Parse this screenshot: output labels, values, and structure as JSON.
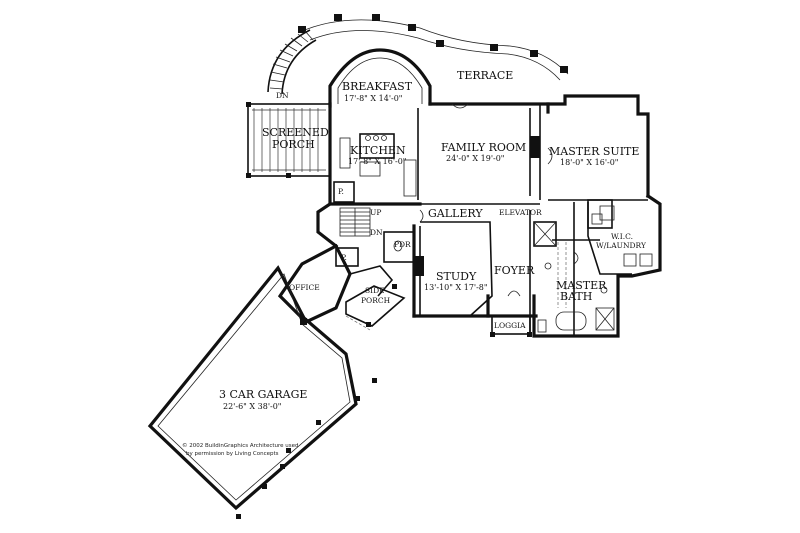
{
  "rooms": {
    "terrace": "TERRACE",
    "breakfast": "BREAKFAST",
    "breakfast_dim": "17'-8\" X 14'-0\"",
    "screened_porch_1": "SCREENED",
    "screened_porch_2": "PORCH",
    "kitchen": "KITCHEN",
    "kitchen_dim": "17'-8\" X 16'-0\"",
    "family_room": "FAMILY ROOM",
    "family_room_dim": "24'-0\" X 19'-0\"",
    "master_suite": "MASTER SUITE",
    "master_suite_dim": "18'-0\" X 16'-0\"",
    "gallery": "GALLERY",
    "elevator": "ELEVATOR",
    "wic_1": "W.I.C.",
    "wic_2": "W/LAUNDRY",
    "pdr": "PDR",
    "study": "STUDY",
    "study_dim": "13'-10\" X 17'-8\"",
    "foyer": "FOYER",
    "master_bath_1": "MASTER",
    "master_bath_2": "BATH",
    "office": "OFFICE",
    "side_porch_1": "SIDE",
    "side_porch_2": "PORCH",
    "loggia": "LOGGIA",
    "garage": "3 CAR GARAGE",
    "garage_dim": "22'-6\" X 38'-0\"",
    "pantry_1": "P.",
    "pantry_2": "P."
  },
  "stairs": {
    "dn_top": "DN",
    "up": "UP",
    "dn": "DN"
  },
  "credit": {
    "line1": "© 2002 BuildinGraphics Architecture used",
    "line2": "by permission by Living Concepts"
  }
}
